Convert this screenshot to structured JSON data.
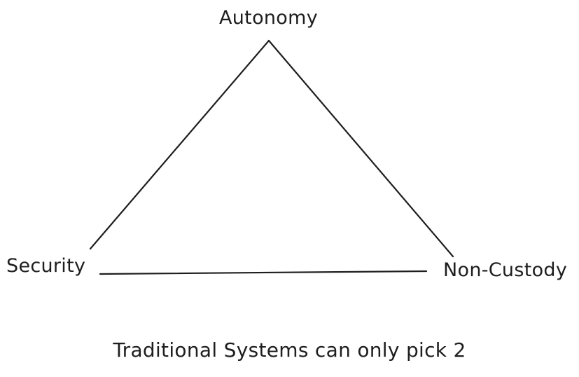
{
  "diagram": {
    "type": "triangle",
    "nodes": [
      {
        "id": "top",
        "label": "Autonomy"
      },
      {
        "id": "left",
        "label": "Security"
      },
      {
        "id": "right",
        "label": "Non-Custody"
      }
    ],
    "edges": [
      {
        "from": "top",
        "to": "left"
      },
      {
        "from": "top",
        "to": "right"
      },
      {
        "from": "left",
        "to": "right"
      }
    ],
    "caption": "Traditional Systems can only pick 2",
    "colors": {
      "stroke": "#1e1e1e",
      "background": "#ffffff",
      "text": "#1e1e1e"
    }
  }
}
